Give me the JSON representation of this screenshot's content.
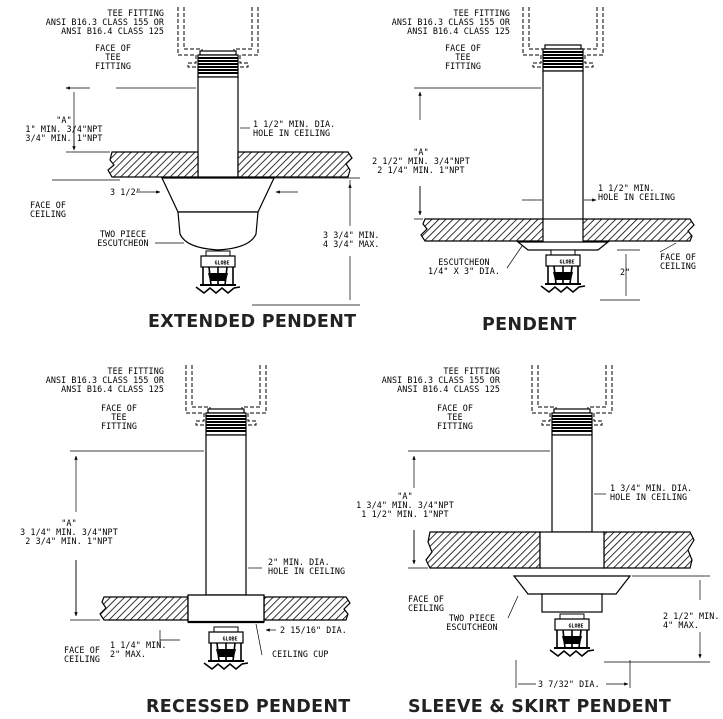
{
  "panels": {
    "extended": {
      "title": "EXTENDED PENDENT",
      "tee_fitting": "TEE FITTING\nANSI B16.3 CLASS 155 OR\nANSI B16.4 CLASS 125",
      "face_of_tee": "FACE OF\nTEE\nFITTING",
      "dim_a": "\"A\"\n1\" MIN. 3/4\"NPT\n3/4\" MIN. 1\"NPT",
      "hole": "1 1/2\" MIN. DIA.\nHOLE IN CEILING",
      "dim_3_1_2": "3 1/2\"",
      "face_of_ceiling": "FACE OF\nCEILING",
      "escutcheon": "TWO PIECE\nESCUTCHEON",
      "dim_vertical": "3 3/4\" MIN.\n4 3/4\" MAX."
    },
    "pendent": {
      "title": "PENDENT",
      "tee_fitting": "TEE FITTING\nANSI B16.3 CLASS 155 OR\nANSI B16.4 CLASS 125",
      "face_of_tee": "FACE OF\nTEE\nFITTING",
      "dim_a": "\"A\"\n2 1/2\" MIN. 3/4\"NPT\n2 1/4\" MIN. 1\"NPT",
      "hole": "1 1/2\" MIN.\nHOLE IN CEILING",
      "escutcheon": "ESCUTCHEON\n1/4\" X 3\" DIA.",
      "face_of_ceiling": "FACE OF\nCEILING",
      "dim_2": "2\""
    },
    "recessed": {
      "title": "RECESSED PENDENT",
      "tee_fitting": "TEE FITTING\nANSI B16.3 CLASS 155 OR\nANSI B16.4 CLASS 125",
      "face_of_tee": "FACE OF\nTEE\nFITTING",
      "dim_a": "\"A\"\n3 1/4\" MIN. 3/4\"NPT\n2 3/4\" MIN. 1\"NPT",
      "hole": "2\" MIN. DIA.\nHOLE IN CEILING",
      "dim_cup_dia": "2 15/16\" DIA.",
      "dim_recess": "1 1/4\" MIN.\n2\" MAX.",
      "face_of_ceiling": "FACE OF\nCEILING",
      "ceiling_cup": "CEILING CUP"
    },
    "sleeve": {
      "title": "SLEEVE & SKIRT PENDENT",
      "tee_fitting": "TEE FITTING\nANSI B16.3 CLASS 155 OR\nANSI B16.4 CLASS 125",
      "face_of_tee": "FACE OF\nTEE\nFITTING",
      "dim_a": "\"A\"\n1 3/4\" MIN. 3/4\"NPT\n1 1/2\" MIN. 1\"NPT",
      "hole": "1 3/4\" MIN. DIA.\nHOLE IN CEILING",
      "face_of_ceiling": "FACE OF\nCEILING",
      "escutcheon": "TWO PIECE\nESCUTCHEON",
      "dim_vertical": "2 1/2\" MIN.\n4\" MAX.",
      "dim_dia": "3 7/32\" DIA."
    }
  },
  "sprinkler_brand": "GLOBE"
}
